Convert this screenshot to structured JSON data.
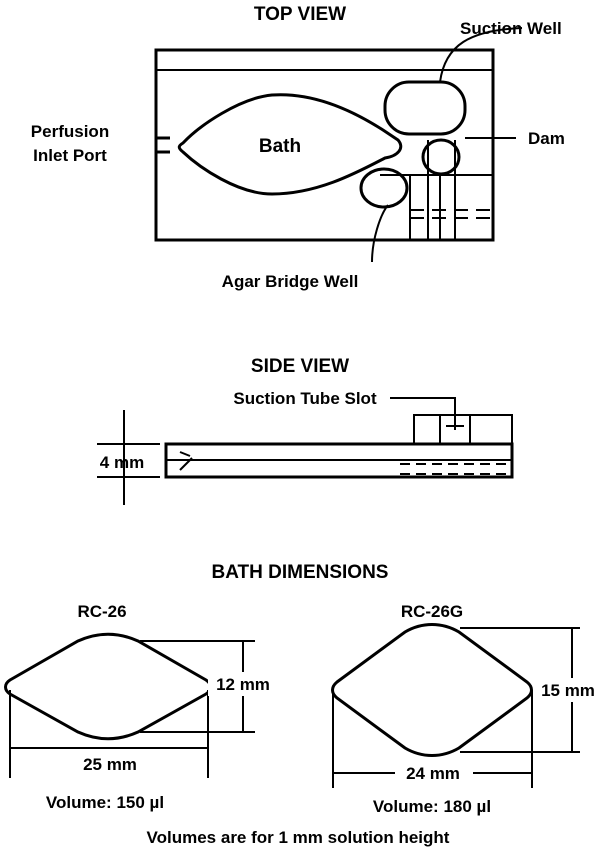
{
  "top_view": {
    "title": "TOP VIEW",
    "suction_well": "Suction Well",
    "perfusion_line1": "Perfusion",
    "perfusion_line2": "Inlet Port",
    "bath": "Bath",
    "dam": "Dam",
    "agar_bridge_well": "Agar Bridge Well"
  },
  "side_view": {
    "title": "SIDE VIEW",
    "suction_tube_slot": "Suction Tube Slot",
    "thickness": "4 mm"
  },
  "bath_dimensions": {
    "title": "BATH DIMENSIONS",
    "rc26": {
      "name": "RC-26",
      "width": "25 mm",
      "height": "12 mm",
      "volume": "Volume: 150 µl"
    },
    "rc26g": {
      "name": "RC-26G",
      "width": "24 mm",
      "height": "15 mm",
      "volume": "Volume: 180 µl"
    },
    "footnote": "Volumes are for 1 mm solution height"
  }
}
